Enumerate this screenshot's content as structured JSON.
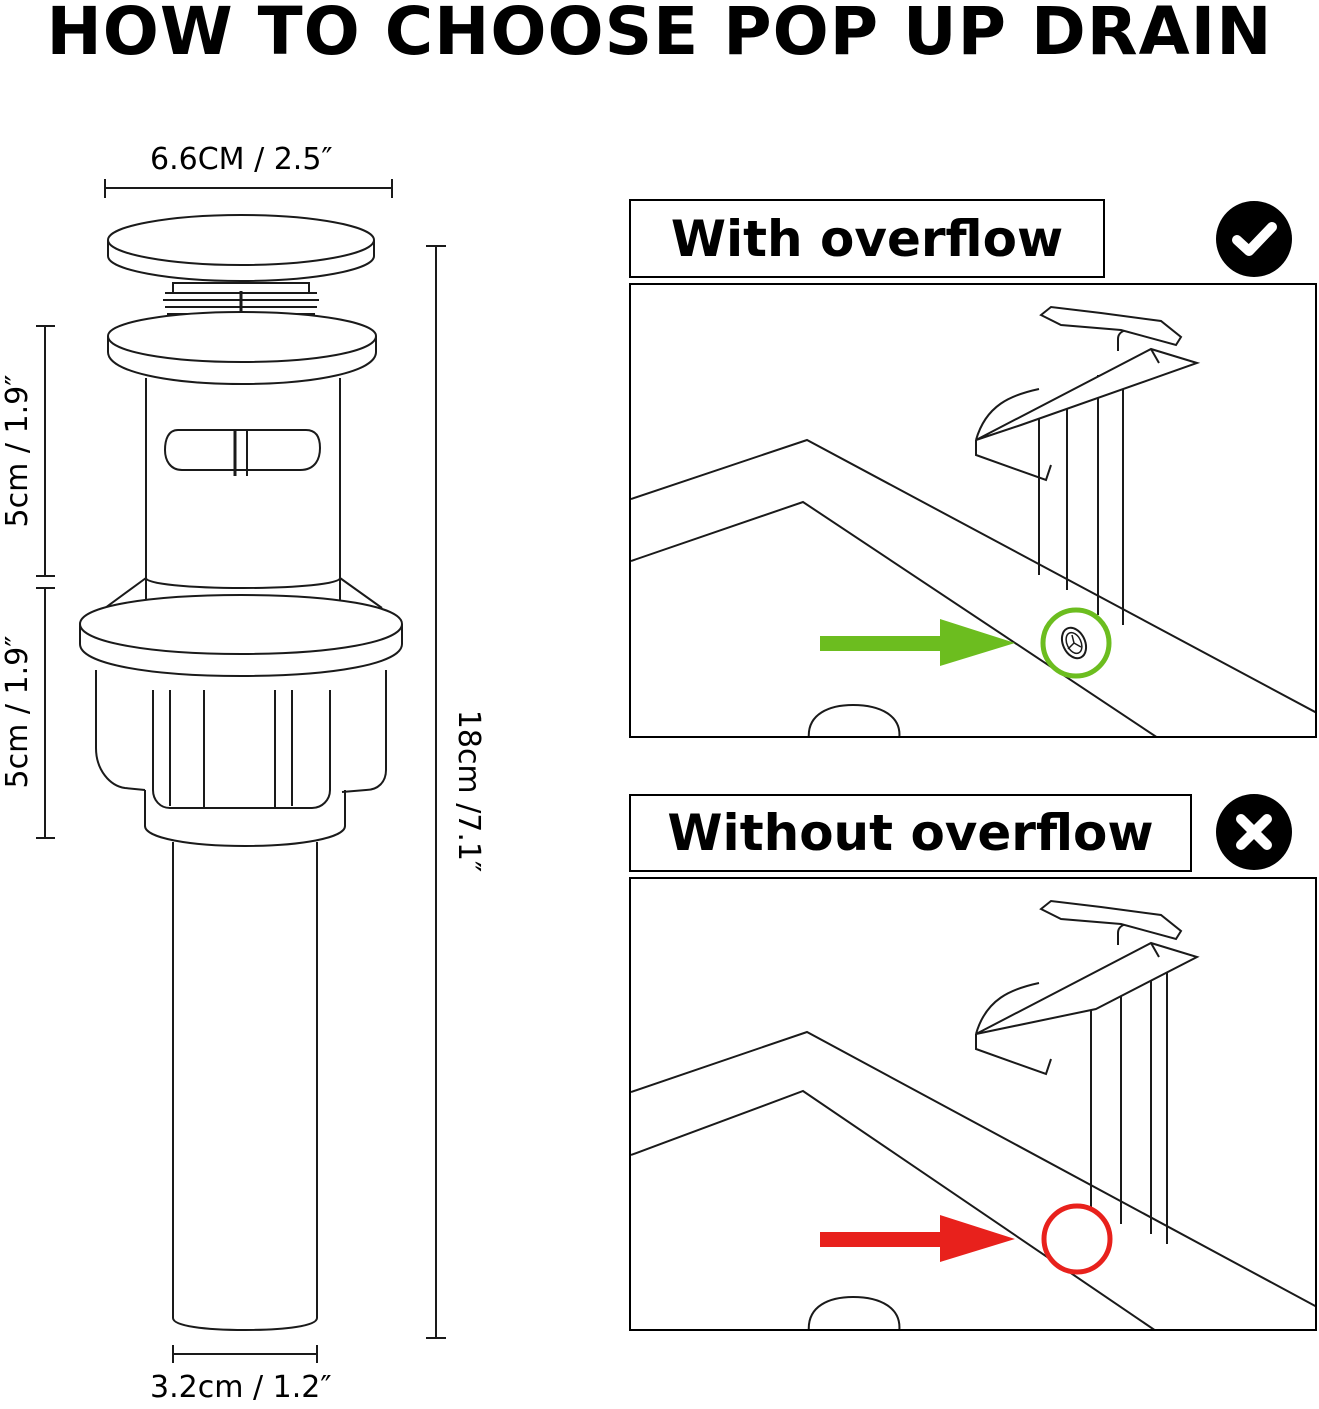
{
  "title": "HOW TO CHOOSE POP UP DRAIN",
  "drain_dimensions": {
    "top_width": "6.6CM / 2.5″",
    "upper_height": "5cm / 1.9″",
    "lower_height": "5cm / 1.9″",
    "total_height": "18cm /7.1″",
    "tail_width": "3.2cm / 1.2″"
  },
  "panels": [
    {
      "label": "With overflow",
      "status": "check",
      "status_icon": "check-circle-icon",
      "arrow_color": "#6cbd1f",
      "marker_color": "#6cbd1f",
      "has_overflow_hole": true
    },
    {
      "label": "Without overflow",
      "status": "cross",
      "status_icon": "x-circle-icon",
      "arrow_color": "#e8211c",
      "marker_color": "#e8211c",
      "has_overflow_hole": false
    }
  ]
}
